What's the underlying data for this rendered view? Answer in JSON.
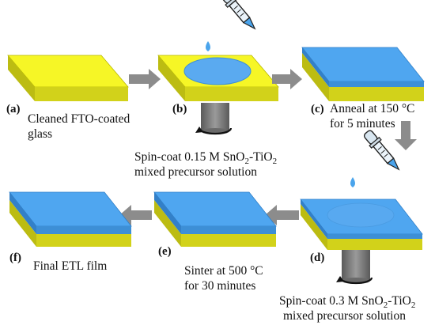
{
  "steps": {
    "a": {
      "letter": "(a)",
      "line1": "Cleaned FTO-coated",
      "line2": "glass"
    },
    "b": {
      "letter": "(b)",
      "line1_pre": "Spin-coat 0.15 M SnO",
      "line1_mid": "-TiO",
      "line2": "mixed precursor solution"
    },
    "c": {
      "letter": "(c)",
      "line1": "Anneal at 150 °C",
      "line2": "for 5 minutes"
    },
    "d": {
      "letter": "(d)",
      "line1_pre": "Spin-coat 0.3 M SnO",
      "line1_mid": "-TiO",
      "line2": "mixed precursor solution"
    },
    "e": {
      "letter": "(e)",
      "line1": "Sinter at 500 °C",
      "line2": "for 30 minutes"
    },
    "f": {
      "letter": "(f)",
      "line1": "Final ETL film"
    }
  },
  "subscript": "2",
  "colors": {
    "fto_top": "#f6f626",
    "fto_front": "#d2d21a",
    "fto_side": "#bcbc12",
    "etl_top": "#4fa6f0",
    "etl_front": "#3d8fd6",
    "etl_side": "#3380c8",
    "drop": "#4aa4ec",
    "arrow": "#8c8c8c",
    "chuck": "#7d7d7d"
  }
}
